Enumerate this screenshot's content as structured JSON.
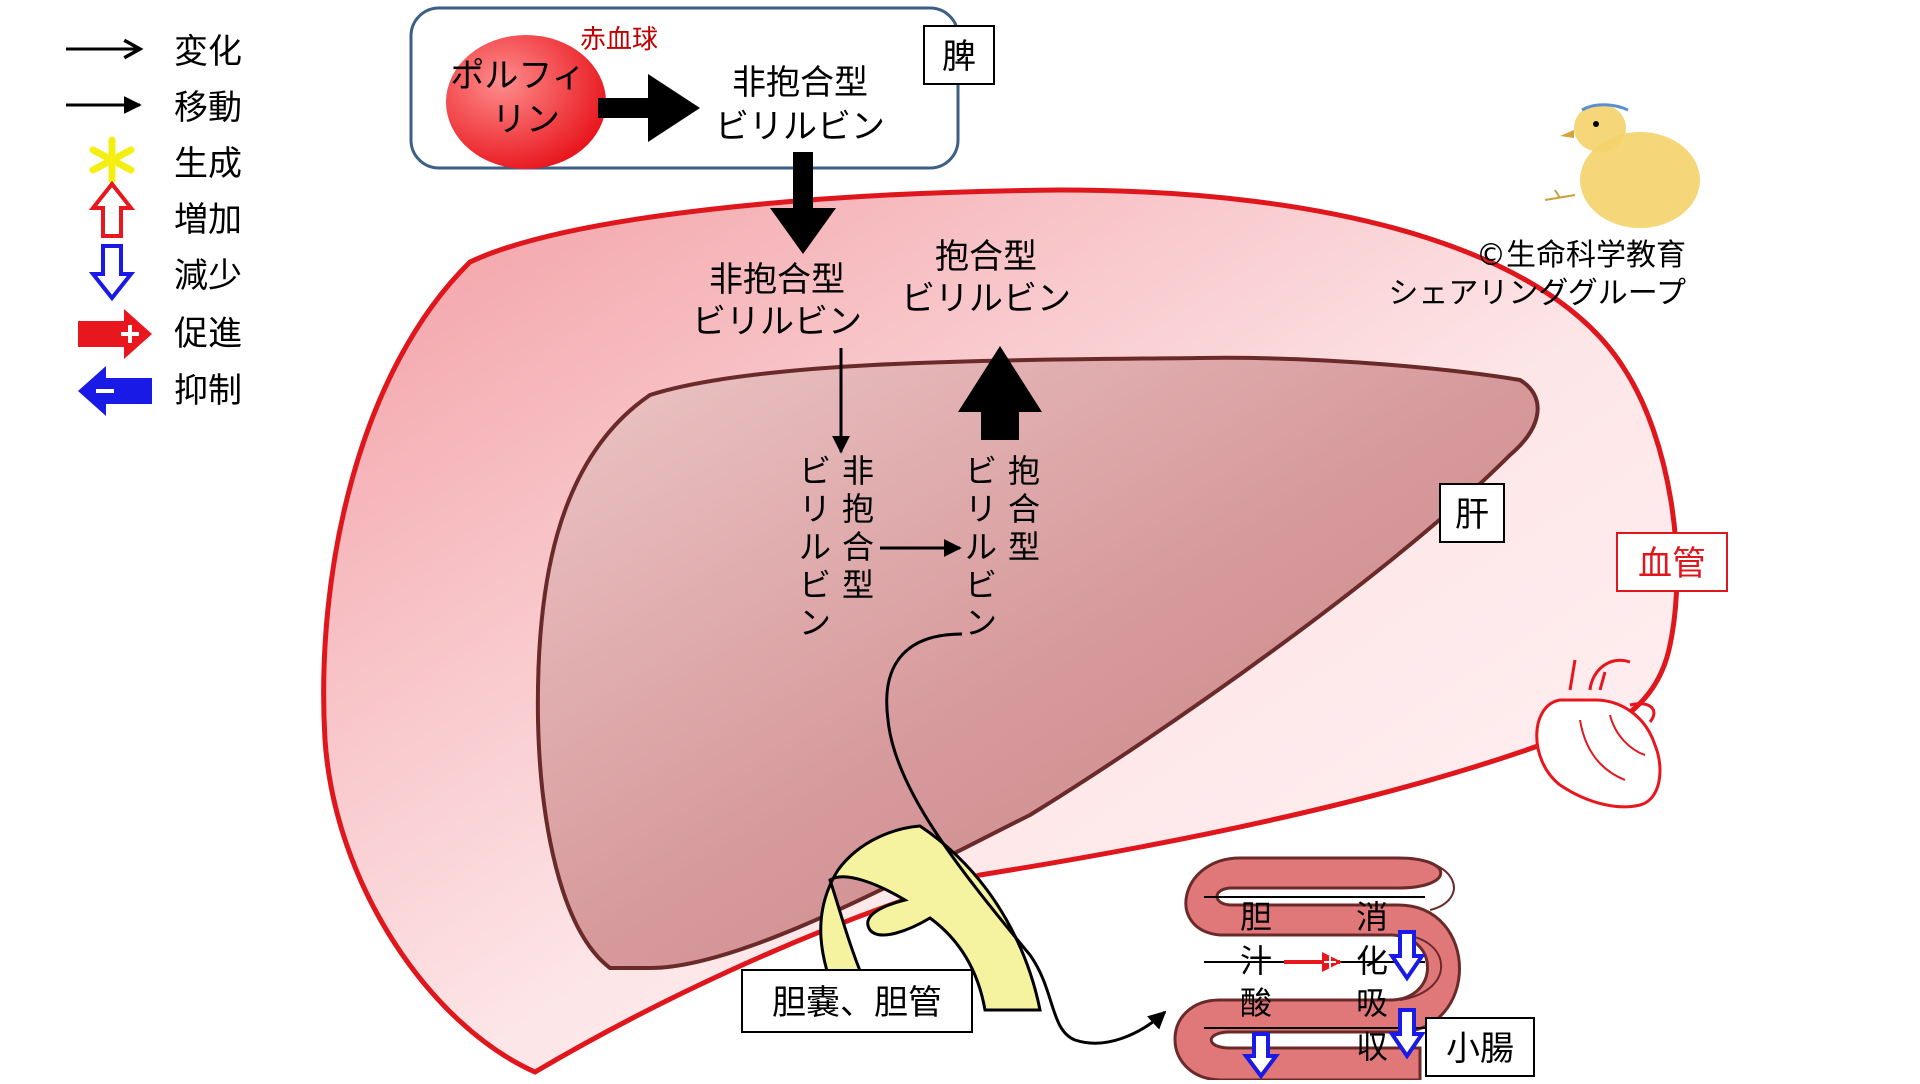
{
  "legend": {
    "items": [
      {
        "label": "変化"
      },
      {
        "label": "移動"
      },
      {
        "label": "生成"
      },
      {
        "label": "増加"
      },
      {
        "label": "減少"
      },
      {
        "label": "促進"
      },
      {
        "label": "抑制"
      }
    ]
  },
  "spleen": {
    "box_label": "脾",
    "rbc_label": "赤血球",
    "porphyrin_line1": "ポルフィ",
    "porphyrin_line2": "リン",
    "unconj_line1": "非抱合型",
    "unconj_line2": "ビリルビン"
  },
  "blood": {
    "unconj_line1": "非抱合型",
    "unconj_line2": "ビリルビン",
    "conj_line1": "抱合型",
    "conj_line2": "ビリルビン",
    "vessel_label": "血管"
  },
  "liver": {
    "label": "肝",
    "unconj_col1": [
      "非",
      "抱",
      "合",
      "型"
    ],
    "unconj_col2": [
      "ビ",
      "リ",
      "ル",
      "ビ",
      "ン"
    ],
    "conj_col1": [
      "抱",
      "合",
      "型"
    ],
    "conj_col2": [
      "ビ",
      "リ",
      "ル",
      "ビ",
      "ン"
    ]
  },
  "gallbladder": {
    "label": "胆嚢、胆管"
  },
  "intestine": {
    "label": "小腸",
    "col1": [
      "胆",
      "汁",
      "酸"
    ],
    "col2": [
      "消",
      "化",
      "吸",
      "収"
    ]
  },
  "copyright": {
    "line1": "©生命科学教育",
    "line2": "シェアリンググループ"
  },
  "colors": {
    "vessel_border": "#e0161d",
    "liver_fill": "#cf8f91",
    "liver_border": "#6b2a2a",
    "rbc": "#e8292b",
    "intestine": "#e0787a",
    "gallbladder": "#f6f3a0",
    "blue": "#1a1ae6",
    "red": "#e8161d",
    "star": "#f3ef12"
  }
}
